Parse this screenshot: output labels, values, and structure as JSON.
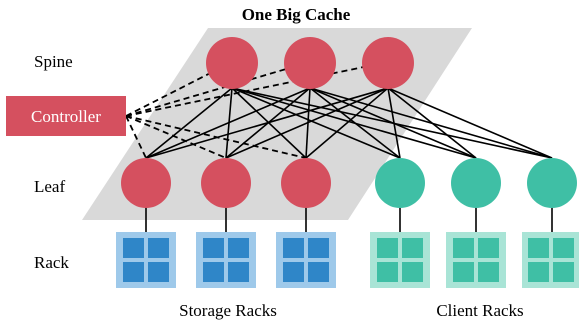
{
  "title": "One Big Cache",
  "labels": {
    "spine": "Spine",
    "leaf": "Leaf",
    "rack": "Rack",
    "controller": "Controller",
    "storage_racks": "Storage Racks",
    "client_racks": "Client Racks"
  },
  "colors": {
    "cache_region": "#d9d9d9",
    "spine_node": "#d5505f",
    "storage_leaf": "#d5505f",
    "client_leaf": "#3fbfa5",
    "controller_box": "#d5505f",
    "storage_rack_outer": "#9ec9ea",
    "storage_rack_inner": "#2f86c8",
    "client_rack_outer": "#a9e4d6",
    "client_rack_inner": "#3fbfa5"
  },
  "nodes": {
    "spine_count": 3,
    "storage_leaf_count": 3,
    "client_leaf_count": 3
  }
}
